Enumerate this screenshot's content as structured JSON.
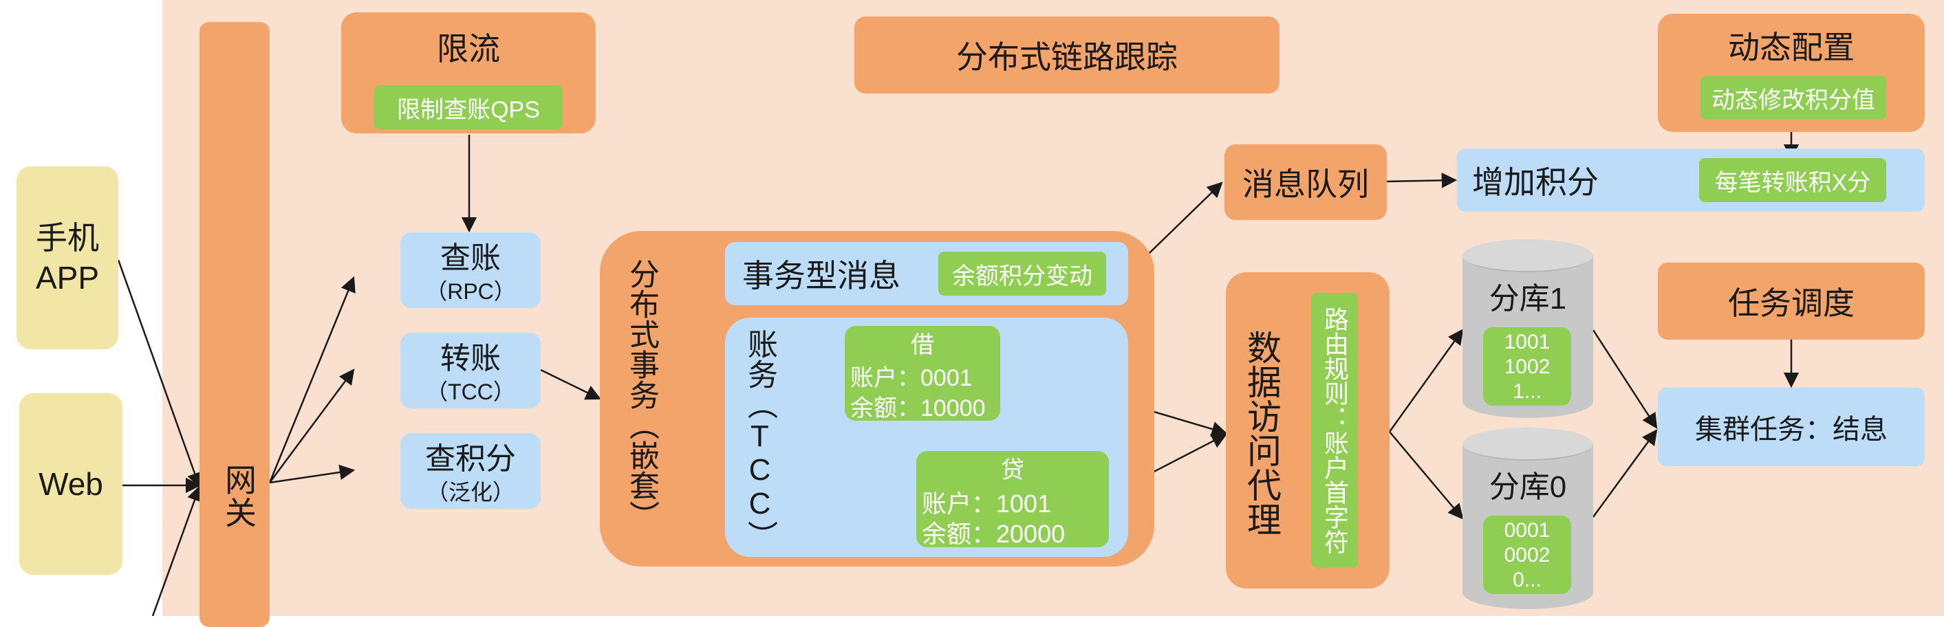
{
  "clients": {
    "mobile": "手机\nAPP",
    "web": "Web"
  },
  "gateway": "网关",
  "rate_limit": {
    "title": "限流",
    "sub": "限制查账QPS"
  },
  "tracing": "分布式链路跟踪",
  "dynamic_config": {
    "title": "动态配置",
    "sub": "动态修改积分值"
  },
  "services": {
    "query_account": {
      "title": "查账",
      "sub": "（RPC）"
    },
    "transfer": {
      "title": "转账",
      "sub": "（TCC）"
    },
    "query_points": {
      "title": "查积分",
      "sub": "（泛化）"
    }
  },
  "distributed_tx": {
    "title": "分布式事务（嵌套）",
    "tx_message": {
      "title": "事务型消息",
      "tag": "余额积分变动"
    },
    "accounting": {
      "title": "账务（TCC）",
      "debit": {
        "title": "借",
        "account": "账户：0001",
        "balance": "余额：10000"
      },
      "credit": {
        "title": "贷",
        "account": "账户：1001",
        "balance": "余额：20000"
      }
    }
  },
  "message_queue": "消息队列",
  "add_points": {
    "title": "增加积分",
    "tag": "每笔转账积X分"
  },
  "data_proxy": {
    "title": "数据访问代理",
    "rule": "路由规则：账户首字符"
  },
  "shards": [
    {
      "title": "分库1",
      "items": [
        "1001",
        "1002",
        "1..."
      ]
    },
    {
      "title": "分库0",
      "items": [
        "0001",
        "0002",
        "0..."
      ]
    }
  ],
  "task_scheduler": "任务调度",
  "cluster_task": "集群任务：结息",
  "colors": {
    "panel": "#fae0cf",
    "orange": "#f2a46b",
    "blue": "#bcdcf7",
    "green": "#8fce52",
    "yellow": "#f2e6a6",
    "gray": "#c8c8c8"
  }
}
